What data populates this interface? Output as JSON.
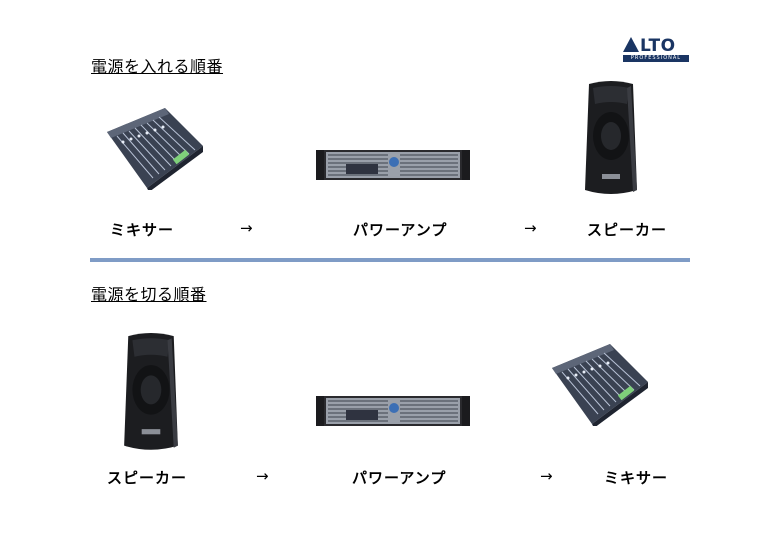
{
  "logo": {
    "word": "LTO",
    "sub": "PROFESSIONAL"
  },
  "section_on": {
    "heading": "電源を入れる順番",
    "labels": [
      "ミキサー",
      "パワーアンプ",
      "スピーカー"
    ],
    "arrow": "→"
  },
  "section_off": {
    "heading": "電源を切る順番",
    "labels": [
      "スピーカー",
      "パワーアンプ",
      "ミキサー"
    ],
    "arrow": "→"
  },
  "icons": {
    "mixer": "mixer-image",
    "amplifier": "power-amplifier-image",
    "speaker": "speaker-image"
  },
  "colors": {
    "divider": "#7f9cc6",
    "brand": "#1a3563"
  }
}
